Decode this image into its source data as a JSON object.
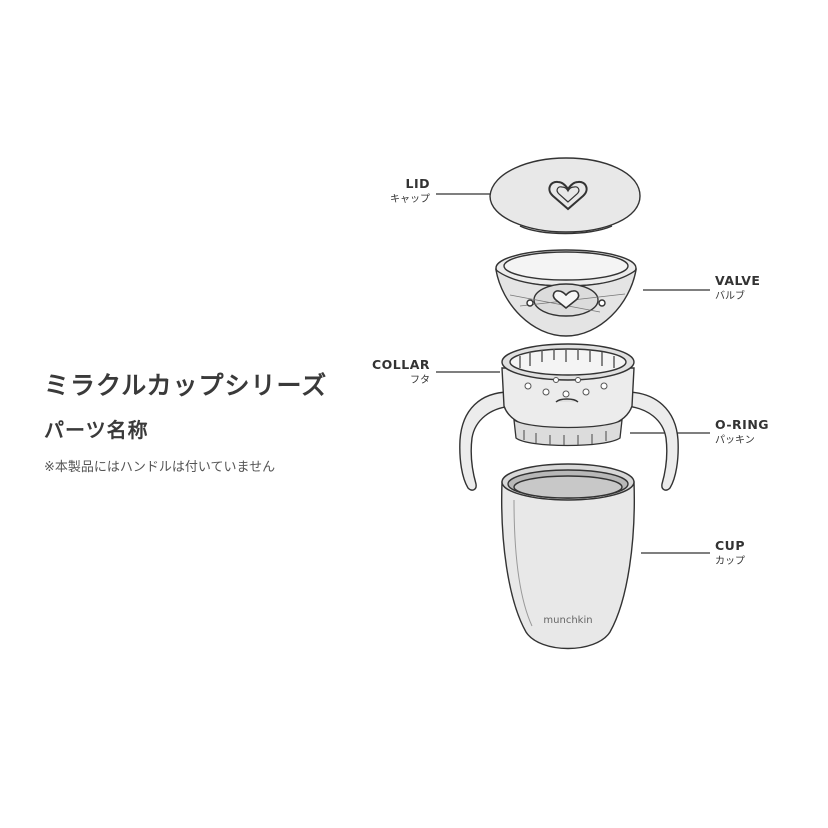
{
  "header": {
    "title": "ミラクルカップシリーズ",
    "subtitle": "パーツ名称",
    "note": "※本製品にはハンドルは付いていません"
  },
  "parts": [
    {
      "name": "LID",
      "jp": "キャップ"
    },
    {
      "name": "VALVE",
      "jp": "バルブ"
    },
    {
      "name": "COLLAR",
      "jp": "フタ"
    },
    {
      "name": "O-RING",
      "jp": "パッキン"
    },
    {
      "name": "CUP",
      "jp": "カップ"
    }
  ],
  "brand_text": "munchkin",
  "colors": {
    "line": "#333333",
    "fill": "#e8e8e8",
    "text": "#333333"
  }
}
